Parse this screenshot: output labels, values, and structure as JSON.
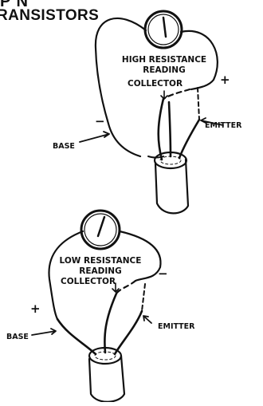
{
  "heading": {
    "line1": "P N",
    "line2": "RANSISTORS"
  },
  "diagrams": [
    {
      "reading": [
        "HIGH RESISTANCE",
        "READING"
      ],
      "collector": "COLLECTOR",
      "emitter": "EMITTER",
      "base": "BASE",
      "base_sign": "−",
      "probe_sign": "+"
    },
    {
      "reading": [
        "LOW RESISTANCE",
        "READING"
      ],
      "collector": "COLLECTOR",
      "emitter": "EMITTER",
      "base": "BASE",
      "base_sign": "+",
      "probe_sign": "−"
    }
  ]
}
